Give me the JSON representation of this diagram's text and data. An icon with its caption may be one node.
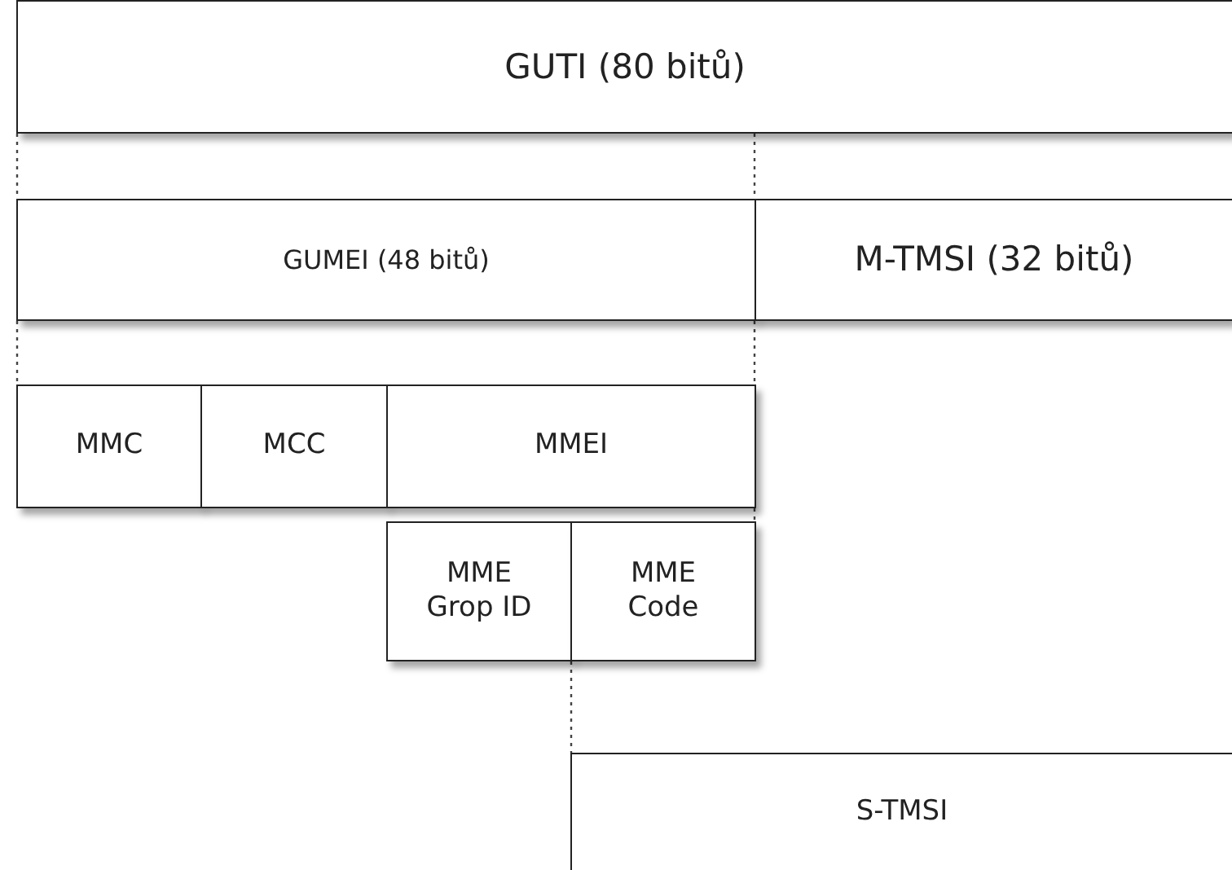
{
  "diagram": {
    "nodes": [
      {
        "text": [
          "GUTI (80 bitů)"
        ]
      },
      {
        "text": [
          "GUMEI (48 bitů)"
        ]
      },
      {
        "text": [
          "M-TMSI (32 bitů)"
        ]
      },
      {
        "text": [
          "MMC"
        ]
      },
      {
        "text": [
          "MCC"
        ]
      },
      {
        "text": [
          "MMEI"
        ]
      },
      {
        "text": [
          "MME Grop ID"
        ]
      },
      {
        "text": [
          "MME Code"
        ]
      },
      {
        "text": [
          "S-TMSI"
        ]
      }
    ],
    "edges": [
      {
        "from": 0,
        "to": 1,
        "arrow": "none",
        "style": "dashed"
      },
      {
        "from": 0,
        "to": 1,
        "arrow": "none",
        "style": "dashed"
      },
      {
        "from": 1,
        "to": 3,
        "arrow": "none",
        "style": "dashed"
      },
      {
        "from": 1,
        "to": 5,
        "arrow": "none",
        "style": "dashed"
      },
      {
        "from": 5,
        "to": 7,
        "arrow": "none",
        "style": "dashed"
      },
      {
        "from": 7,
        "to": 8,
        "arrow": "none",
        "style": "dashed"
      }
    ]
  }
}
